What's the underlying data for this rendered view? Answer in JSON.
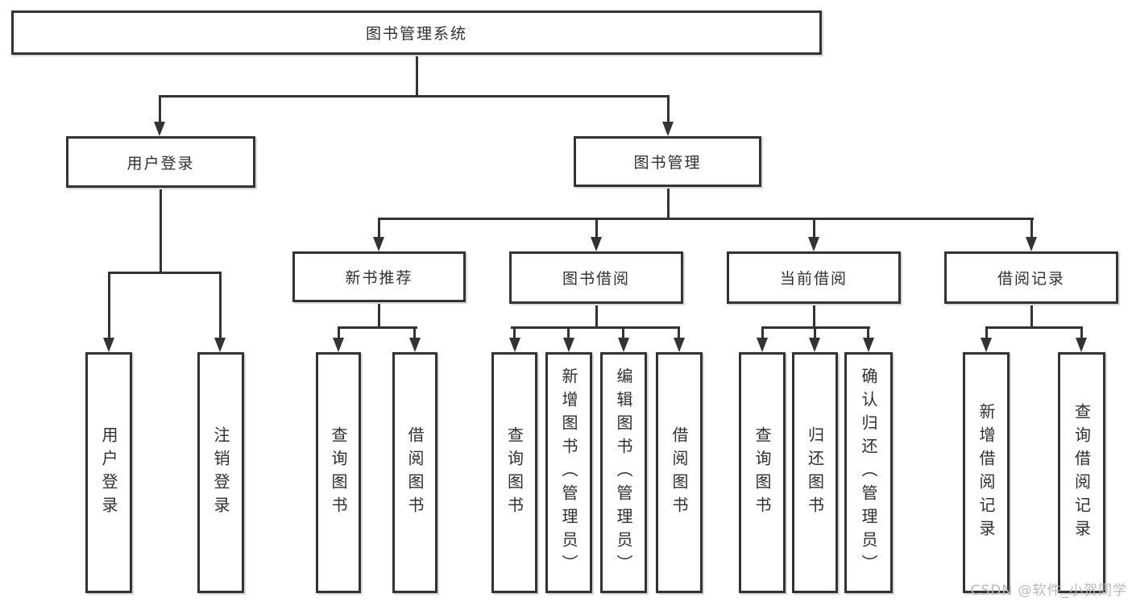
{
  "tree": {
    "root": {
      "label": "图书管理系统"
    },
    "branches": [
      {
        "label": "用户登录",
        "children": [
          {
            "label": "用户登录"
          },
          {
            "label": "注销登录"
          }
        ]
      },
      {
        "label": "图书管理",
        "children": [
          {
            "label": "新书推荐",
            "children": [
              {
                "label": "查询图书"
              },
              {
                "label": "借阅图书"
              }
            ]
          },
          {
            "label": "图书借阅",
            "children": [
              {
                "label": "查询图书"
              },
              {
                "label": "新增图书（管理员）"
              },
              {
                "label": "编辑图书（管理员）"
              },
              {
                "label": "借阅图书"
              }
            ]
          },
          {
            "label": "当前借阅",
            "children": [
              {
                "label": "查询图书"
              },
              {
                "label": "归还图书"
              },
              {
                "label": "确认归还（管理员）"
              }
            ]
          },
          {
            "label": "借阅记录",
            "children": [
              {
                "label": "新增借阅记录"
              },
              {
                "label": "查询借阅记录"
              }
            ]
          }
        ]
      }
    ]
  },
  "watermark": {
    "text": "CSDN @软件_小贺同学"
  },
  "colors": {
    "line": "#333333",
    "text": "#2f2f2f",
    "background": "#ffffff",
    "watermark": "#b9b9b9"
  }
}
